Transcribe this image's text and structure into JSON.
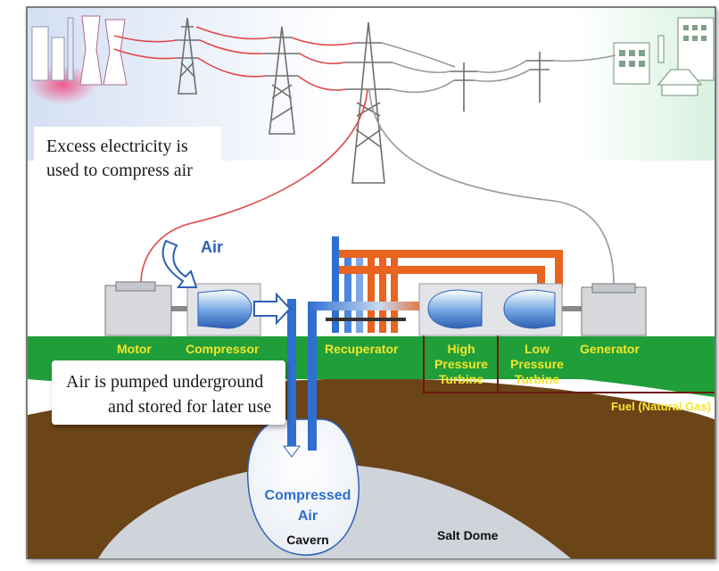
{
  "diagram": {
    "callouts": {
      "excess_line1": "Excess electricity is",
      "excess_line2": "used to compress air",
      "pumped_line1": "Air is pumped underground",
      "pumped_line2": "and stored for later use"
    },
    "labels": {
      "air": "Air",
      "motor": "Motor",
      "compressor": "Compressor",
      "recuperator": "Recuperator",
      "hp_turbine_1": "High",
      "hp_turbine_2": "Pressure",
      "hp_turbine_3": "Turbine",
      "lp_turbine_1": "Low",
      "lp_turbine_2": "Pressure",
      "lp_turbine_3": "Turbine",
      "generator": "Generator",
      "fuel": "Fuel (Natural Gas)",
      "compressed_1": "Compressed",
      "compressed_2": "Air",
      "cavern": "Cavern",
      "salt_dome": "Salt Dome"
    },
    "colors": {
      "ground_green": "#1f9e3a",
      "earth_brown": "#6b4418",
      "salt_gray": "#cfd3da",
      "label_yellow": "#f5e52b",
      "power_red": "#e0484a",
      "power_gray": "#9a9a9a",
      "pipe_blue": "#2f6fd0",
      "pipe_orange": "#e8641f",
      "fuel_line": "#6b1a10"
    }
  }
}
